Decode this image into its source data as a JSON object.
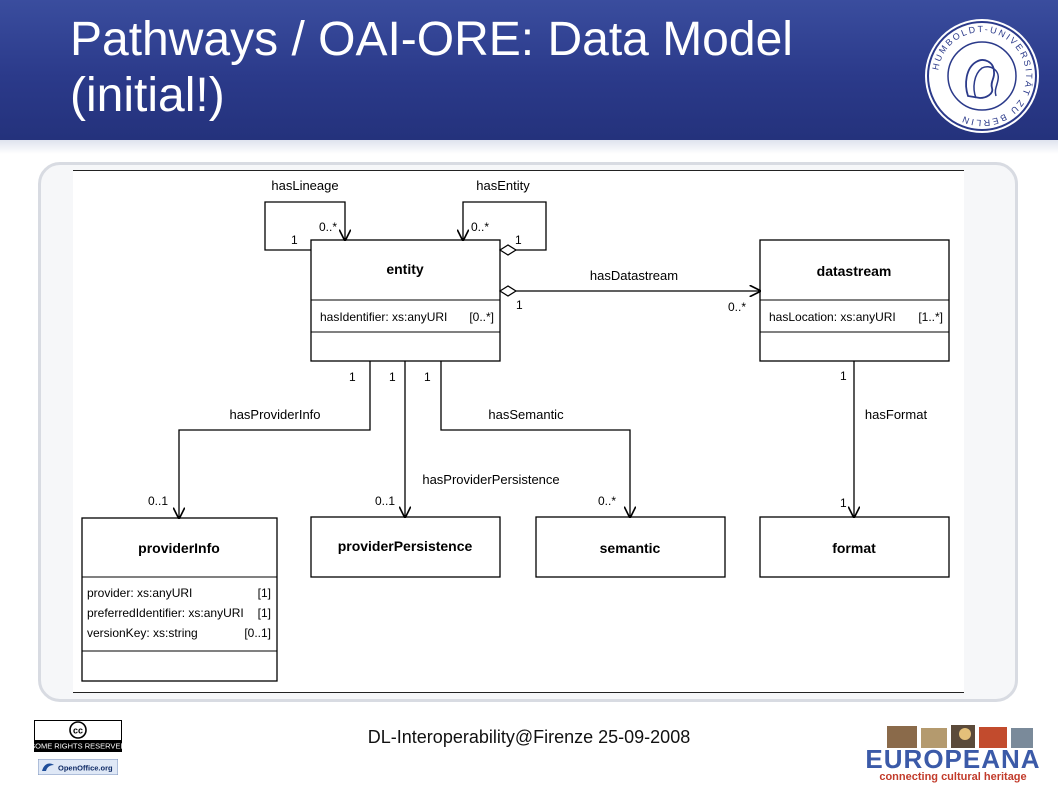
{
  "slide": {
    "title_line1": "Pathways / OAI-ORE: Data Model",
    "title_line2": "(initial!)",
    "footer": "DL-Interoperability@Firenze 25-09-2008"
  },
  "logos": {
    "seal_text": "HUMBOLDT-UNIVERSITÄT ZU BERLIN",
    "cc_text": "SOME RIGHTS RESERVED",
    "cc_symbol": "cc",
    "openoffice_text": "OpenOffice.org",
    "europeana_name": "EUROPEANA",
    "europeana_tagline": "connecting cultural heritage"
  },
  "diagram": {
    "classes": {
      "entity": {
        "name": "entity",
        "attrs": [
          {
            "text": "hasIdentifier: xs:anyURI",
            "mult": "[0..*]"
          }
        ]
      },
      "datastream": {
        "name": "datastream",
        "attrs": [
          {
            "text": "hasLocation: xs:anyURI",
            "mult": "[1..*]"
          }
        ]
      },
      "providerInfo": {
        "name": "providerInfo",
        "attrs": [
          {
            "text": "provider: xs:anyURI",
            "mult": "[1]"
          },
          {
            "text": "preferredIdentifier: xs:anyURI",
            "mult": "[1]"
          },
          {
            "text": "versionKey: xs:string",
            "mult": "[0..1]"
          }
        ]
      },
      "providerPersistence": {
        "name": "providerPersistence"
      },
      "semantic": {
        "name": "semantic"
      },
      "format": {
        "name": "format"
      }
    },
    "relations": {
      "hasLineage": {
        "label": "hasLineage",
        "src_mult": "1",
        "dst_mult": "0..*"
      },
      "hasEntity": {
        "label": "hasEntity",
        "src_mult": "1",
        "dst_mult": "0..*"
      },
      "hasDatastream": {
        "label": "hasDatastream",
        "src_mult": "1",
        "dst_mult": "0..*"
      },
      "hasProviderInfo": {
        "label": "hasProviderInfo",
        "src_mult": "1",
        "dst_mult": "0..1"
      },
      "hasProviderPersistence": {
        "label": "hasProviderPersistence",
        "src_mult": "1",
        "dst_mult": "0..1"
      },
      "hasSemantic": {
        "label": "hasSemantic",
        "src_mult": "1",
        "dst_mult": "0..*"
      },
      "hasFormat": {
        "label": "hasFormat",
        "src_mult": "1",
        "dst_mult": "1"
      }
    }
  }
}
